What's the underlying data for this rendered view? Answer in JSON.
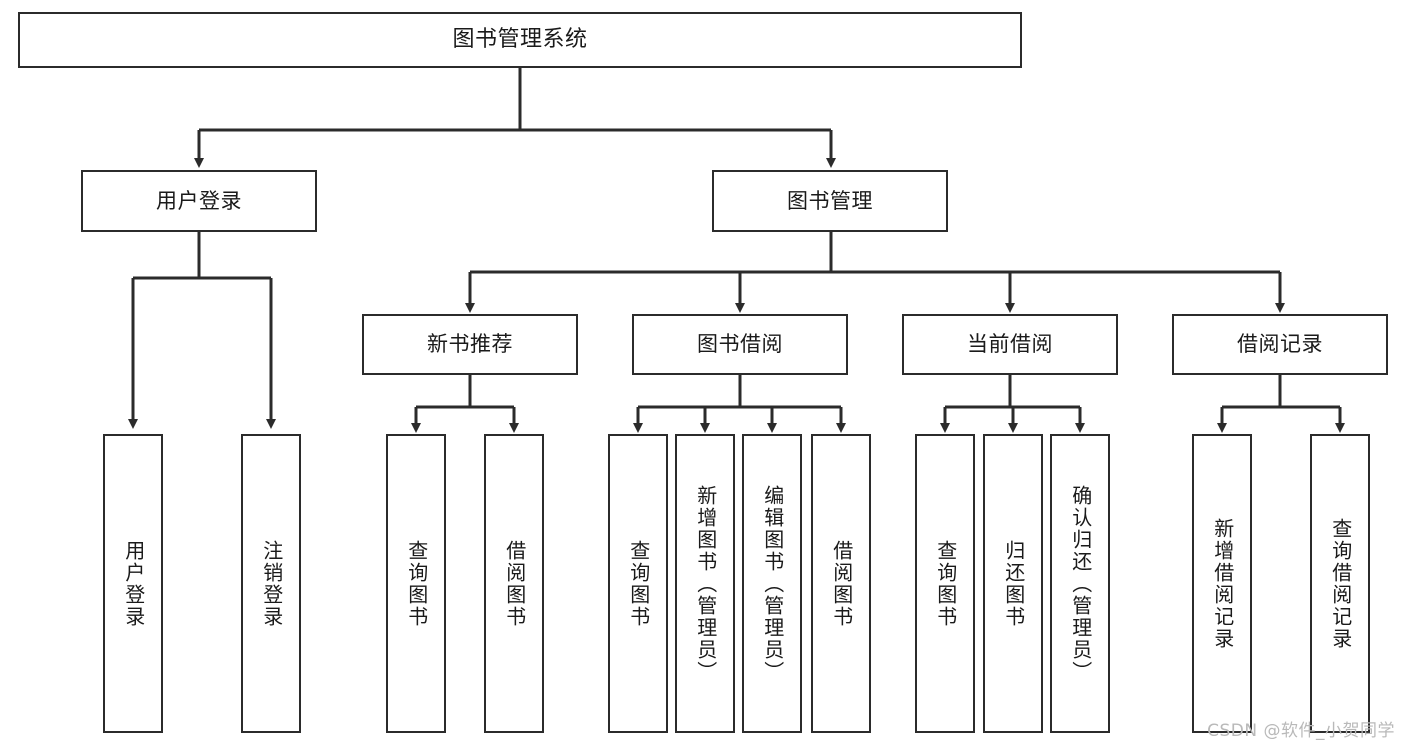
{
  "diagram": {
    "title": "图书管理系统",
    "watermark": "CSDN @软件_小贺同学",
    "line_color": "#2b2b2b",
    "box_fill": "#ffffff",
    "text_color": "#1a1a1a",
    "watermark_color": "#b9b9b9"
  },
  "nodes": {
    "root": {
      "label": "图书管理系统"
    },
    "level2": [
      {
        "label": "用户登录"
      },
      {
        "label": "图书管理"
      }
    ],
    "level3": [
      {
        "label": "新书推荐"
      },
      {
        "label": "图书借阅"
      },
      {
        "label": "当前借阅"
      },
      {
        "label": "借阅记录"
      }
    ],
    "leaves": [
      {
        "label": "用户登录"
      },
      {
        "label": "注销登录"
      },
      {
        "label": "查询图书"
      },
      {
        "label": "借阅图书"
      },
      {
        "label": "查询图书"
      },
      {
        "label": "新增图书（管理员）"
      },
      {
        "label": "编辑图书（管理员）"
      },
      {
        "label": "借阅图书"
      },
      {
        "label": "查询图书"
      },
      {
        "label": "归还图书"
      },
      {
        "label": "确认归还（管理员）"
      },
      {
        "label": "新增借阅记录"
      },
      {
        "label": "查询借阅记录"
      }
    ]
  }
}
